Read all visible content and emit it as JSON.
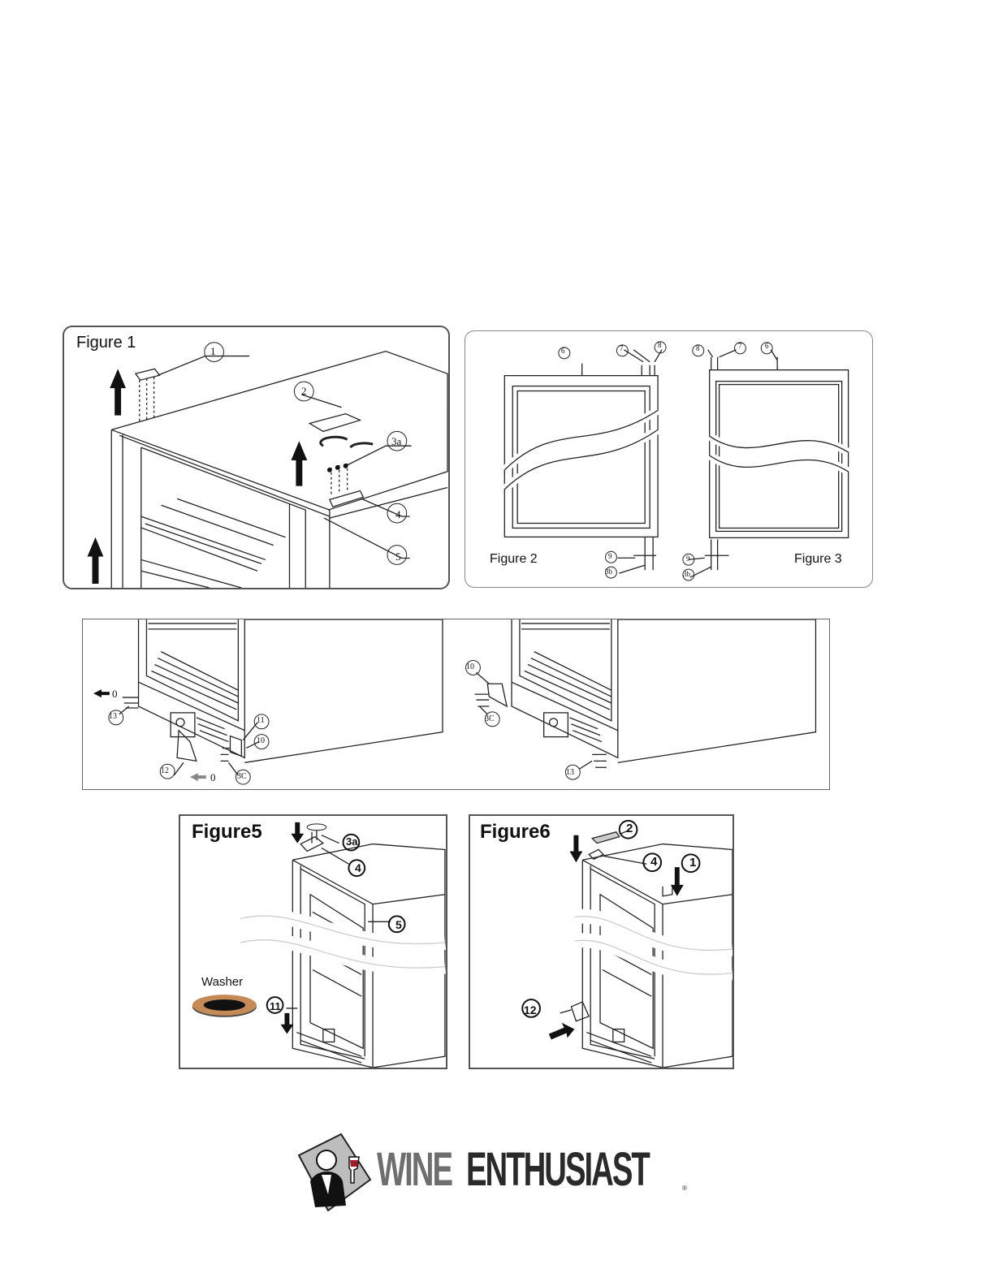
{
  "figures": {
    "fig1": {
      "title": "Figure 1",
      "callouts": [
        "1",
        "2",
        "3a",
        "4",
        "5"
      ]
    },
    "fig2": {
      "title": "Figure 2",
      "callouts": [
        "6",
        "7",
        "8",
        "9",
        "3b"
      ]
    },
    "fig3": {
      "title": "Figure 3",
      "callouts": [
        "8",
        "7",
        "6",
        "9",
        "3b"
      ]
    },
    "fig4a": {
      "callouts": [
        "13",
        "11",
        "10",
        "12",
        "3C"
      ],
      "zero_marks": [
        "0",
        "0"
      ]
    },
    "fig4b": {
      "callouts": [
        "10",
        "3C",
        "13"
      ]
    },
    "fig5": {
      "title": "Figure5",
      "callouts": [
        "3a",
        "4",
        "5",
        "11"
      ],
      "washer_label": "Washer"
    },
    "fig6": {
      "title": "Figure6",
      "callouts": [
        "2",
        "4",
        "1",
        "12"
      ]
    }
  },
  "logo": {
    "word1": "WINE",
    "word2": "ENTHUSIAST",
    "mark": "®"
  },
  "colors": {
    "line": "#222222",
    "arrow": "#111111",
    "logo_dark": "#2a2a2a",
    "logo_gray": "#6e6e6e"
  }
}
